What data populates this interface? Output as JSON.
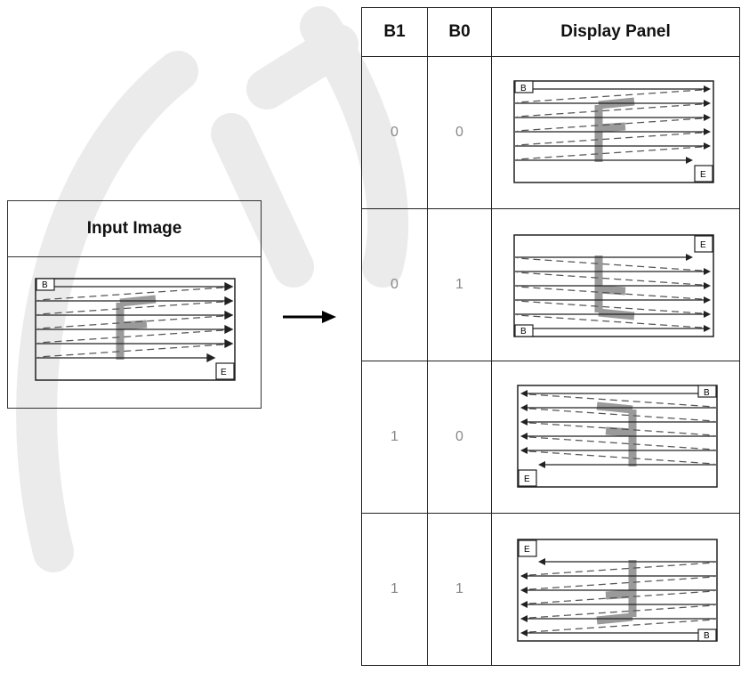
{
  "input": {
    "title": "Input Image",
    "begin_label": "B",
    "end_label": "E"
  },
  "table": {
    "headers": [
      "B1",
      "B0",
      "Display Panel"
    ],
    "rows": [
      {
        "b1": "0",
        "b0": "0",
        "mode": "normal"
      },
      {
        "b1": "0",
        "b0": "1",
        "mode": "vflip"
      },
      {
        "b1": "1",
        "b0": "0",
        "mode": "hflip"
      },
      {
        "b1": "1",
        "b0": "1",
        "mode": "rotate"
      }
    ]
  },
  "colors": {
    "line": "#222222",
    "letter": "#9a9a9a",
    "dash": "#555555",
    "watermark": "#ebebeb"
  }
}
